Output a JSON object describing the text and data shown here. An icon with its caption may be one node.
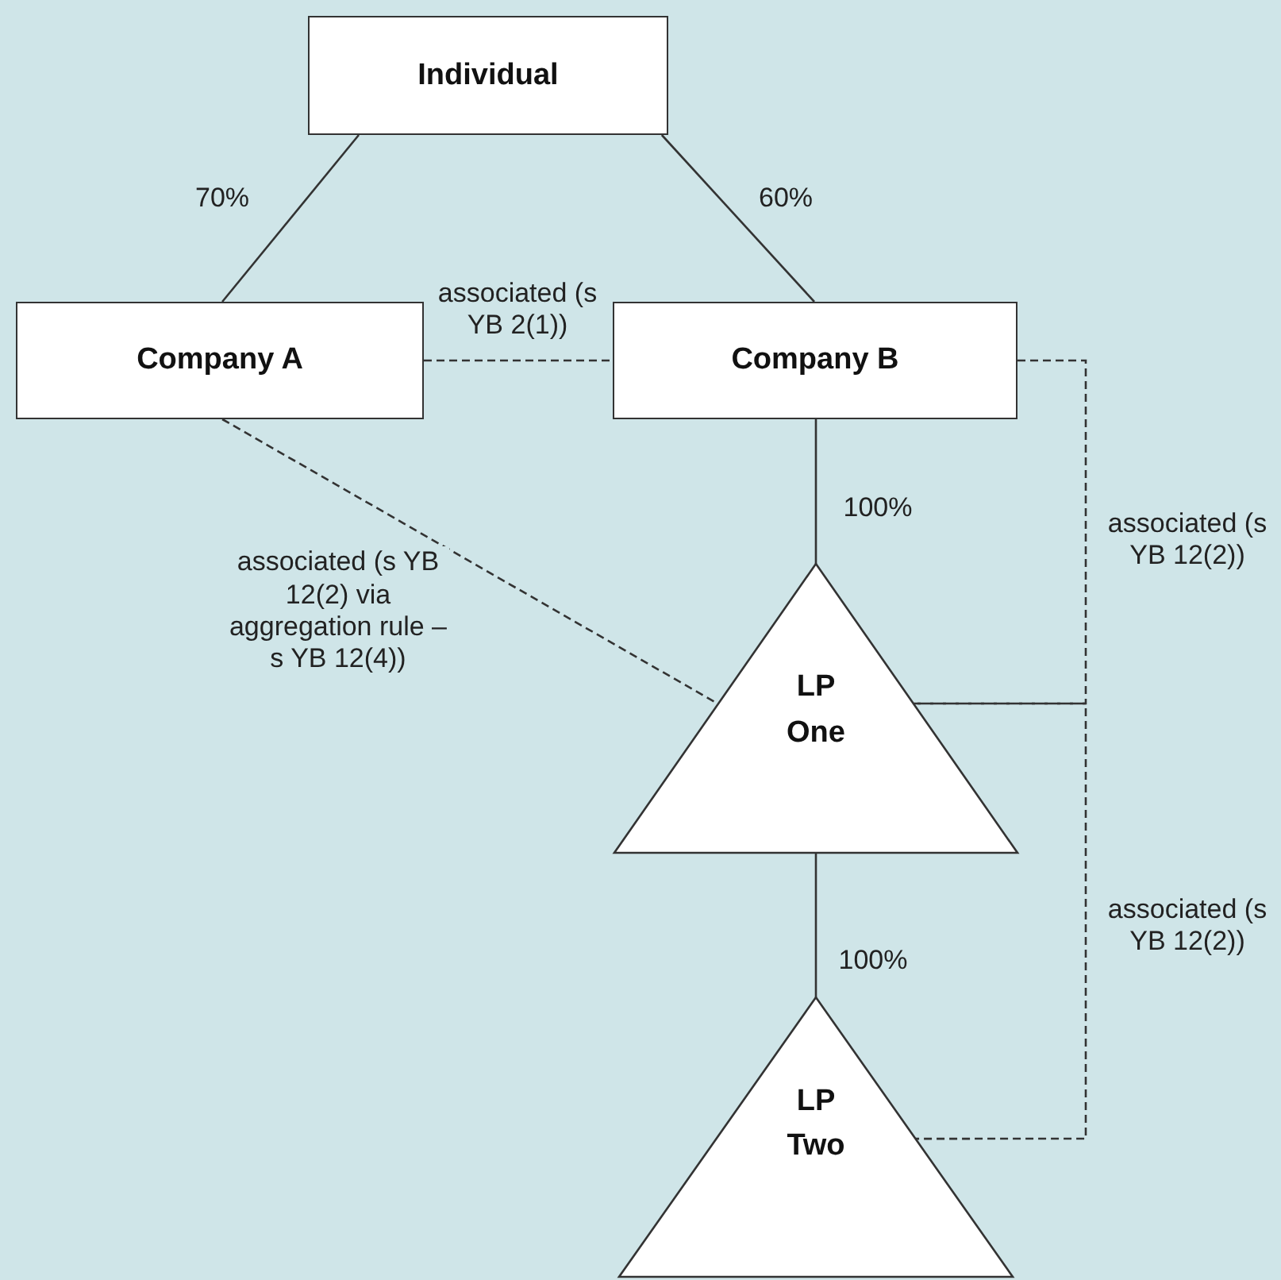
{
  "diagram": {
    "nodes": [
      {
        "text": [
          "Individual"
        ]
      },
      {
        "text": [
          "Company A"
        ]
      },
      {
        "text": [
          "Company B"
        ]
      },
      {
        "text": [
          "LP One"
        ]
      },
      {
        "text": [
          "LP Two"
        ]
      }
    ],
    "edges": [
      {
        "from": 0,
        "to": 1,
        "arrow": "none",
        "label": "70%"
      },
      {
        "from": 0,
        "to": 2,
        "arrow": "none",
        "label": "60%"
      },
      {
        "from": 1,
        "to": 2,
        "arrow": "none",
        "style": "dashed",
        "label": "associated (s YB 2(1))"
      },
      {
        "from": 1,
        "to": 3,
        "arrow": "none",
        "style": "dashed",
        "label": "associated (s YB 12(2) via aggregation rule – s YB 12(4))"
      },
      {
        "from": 2,
        "to": 3,
        "arrow": "none",
        "label": "100%"
      },
      {
        "from": 2,
        "to": 3,
        "arrow": "none",
        "style": "dashed",
        "label": "associated (s YB 12(2))"
      },
      {
        "from": 3,
        "to": 4,
        "arrow": "none",
        "label": "100%"
      },
      {
        "from": 3,
        "to": 4,
        "arrow": "none",
        "style": "dashed",
        "label": "associated (s YB 12(2))"
      }
    ]
  }
}
